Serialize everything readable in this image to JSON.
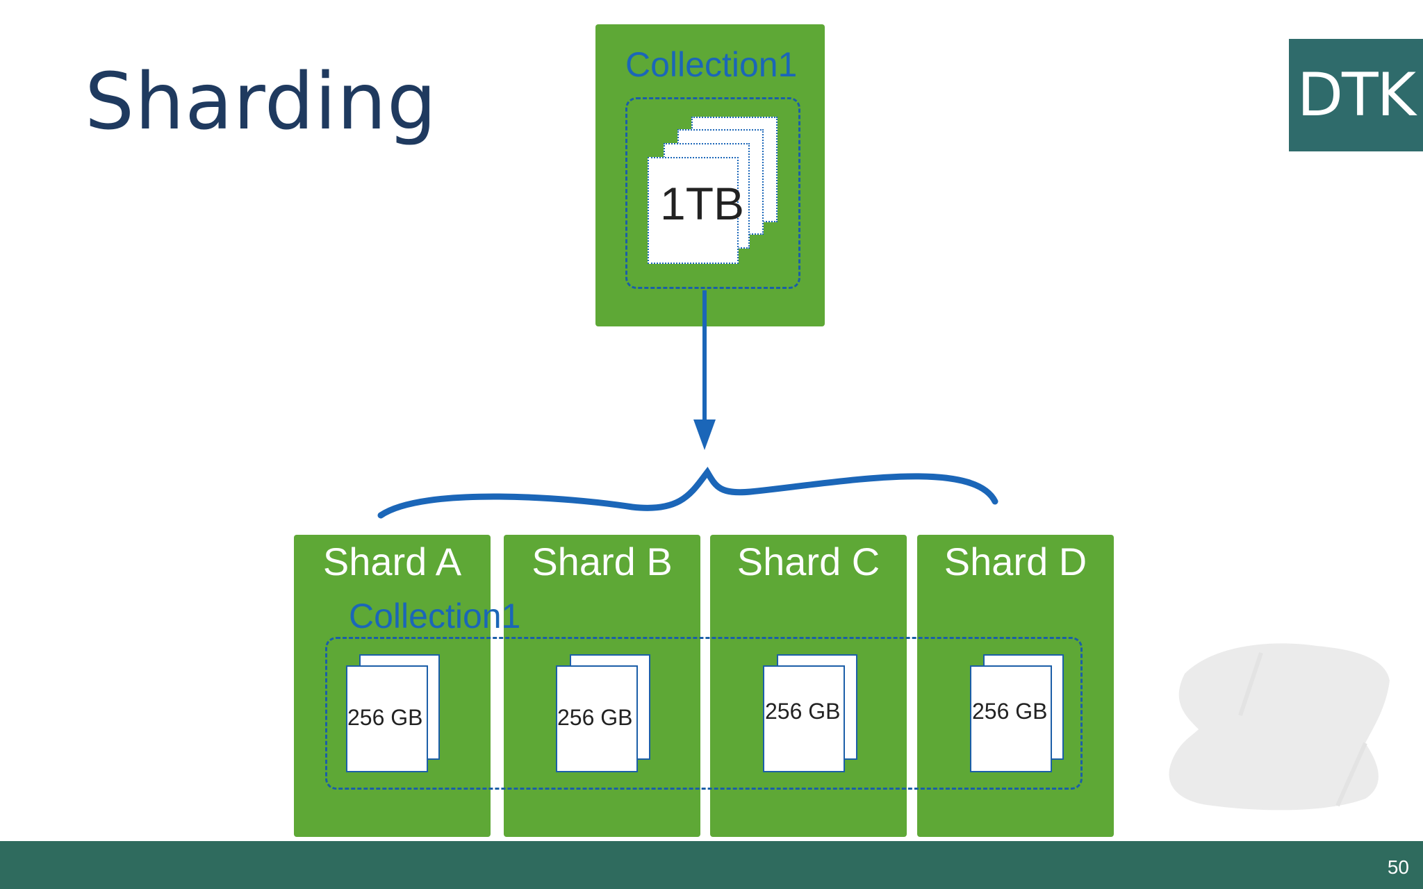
{
  "slide": {
    "title": "Sharding",
    "logo_text": "DTK",
    "page_number": "50"
  },
  "source_collection": {
    "label": "Collection1",
    "size_label": "1TB"
  },
  "sharded_collection": {
    "label": "Collection1"
  },
  "shards": [
    {
      "label": "Shard A",
      "size_label": "256 GB"
    },
    {
      "label": "Shard B",
      "size_label": "256 GB"
    },
    {
      "label": "Shard C",
      "size_label": "256 GB"
    },
    {
      "label": "Shard D",
      "size_label": "256 GB"
    }
  ],
  "colors": {
    "green": "#5ea836",
    "blue": "#1b66b8",
    "title": "#1f3a5f",
    "teal": "#2f6b6b"
  }
}
